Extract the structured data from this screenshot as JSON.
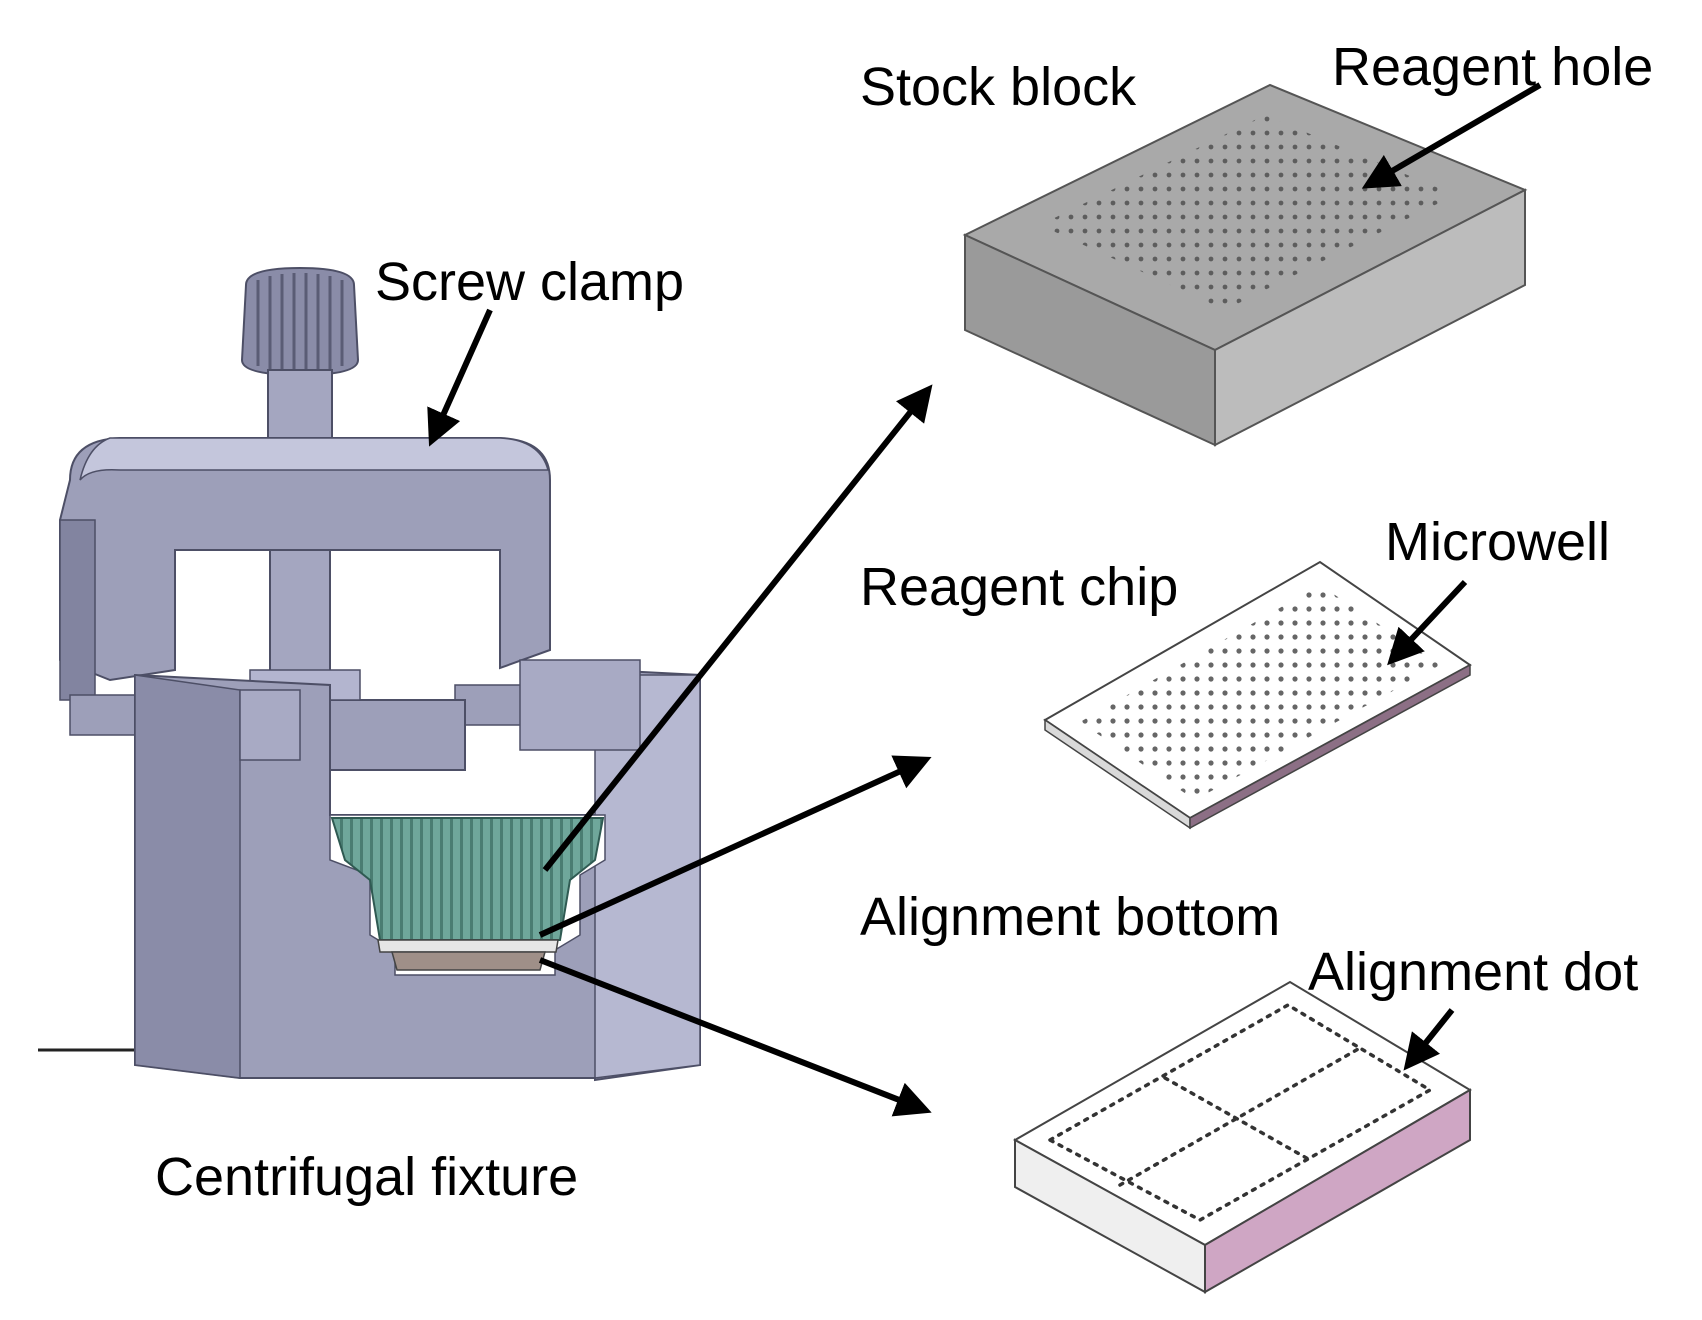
{
  "labels": {
    "stock_block": "Stock block",
    "reagent_hole": "Reagent hole",
    "screw_clamp": "Screw clamp",
    "reagent_chip": "Reagent chip",
    "microwell": "Microwell",
    "alignment_bottom": "Alignment bottom",
    "alignment_dot": "Alignment dot",
    "centrifugal_fixture": "Centrifugal fixture"
  },
  "colors": {
    "fixture_body": "#9d9fb9",
    "fixture_light": "#c4c6dc",
    "fixture_dark": "#7e809c",
    "chip_stack": "#5f9a8e",
    "stock_top": "#a9a9a9",
    "stock_front": "#9a9a9a",
    "stock_side": "#bcbcbc",
    "alignment_side": "#cfa6c4",
    "arrow": "#000000"
  }
}
